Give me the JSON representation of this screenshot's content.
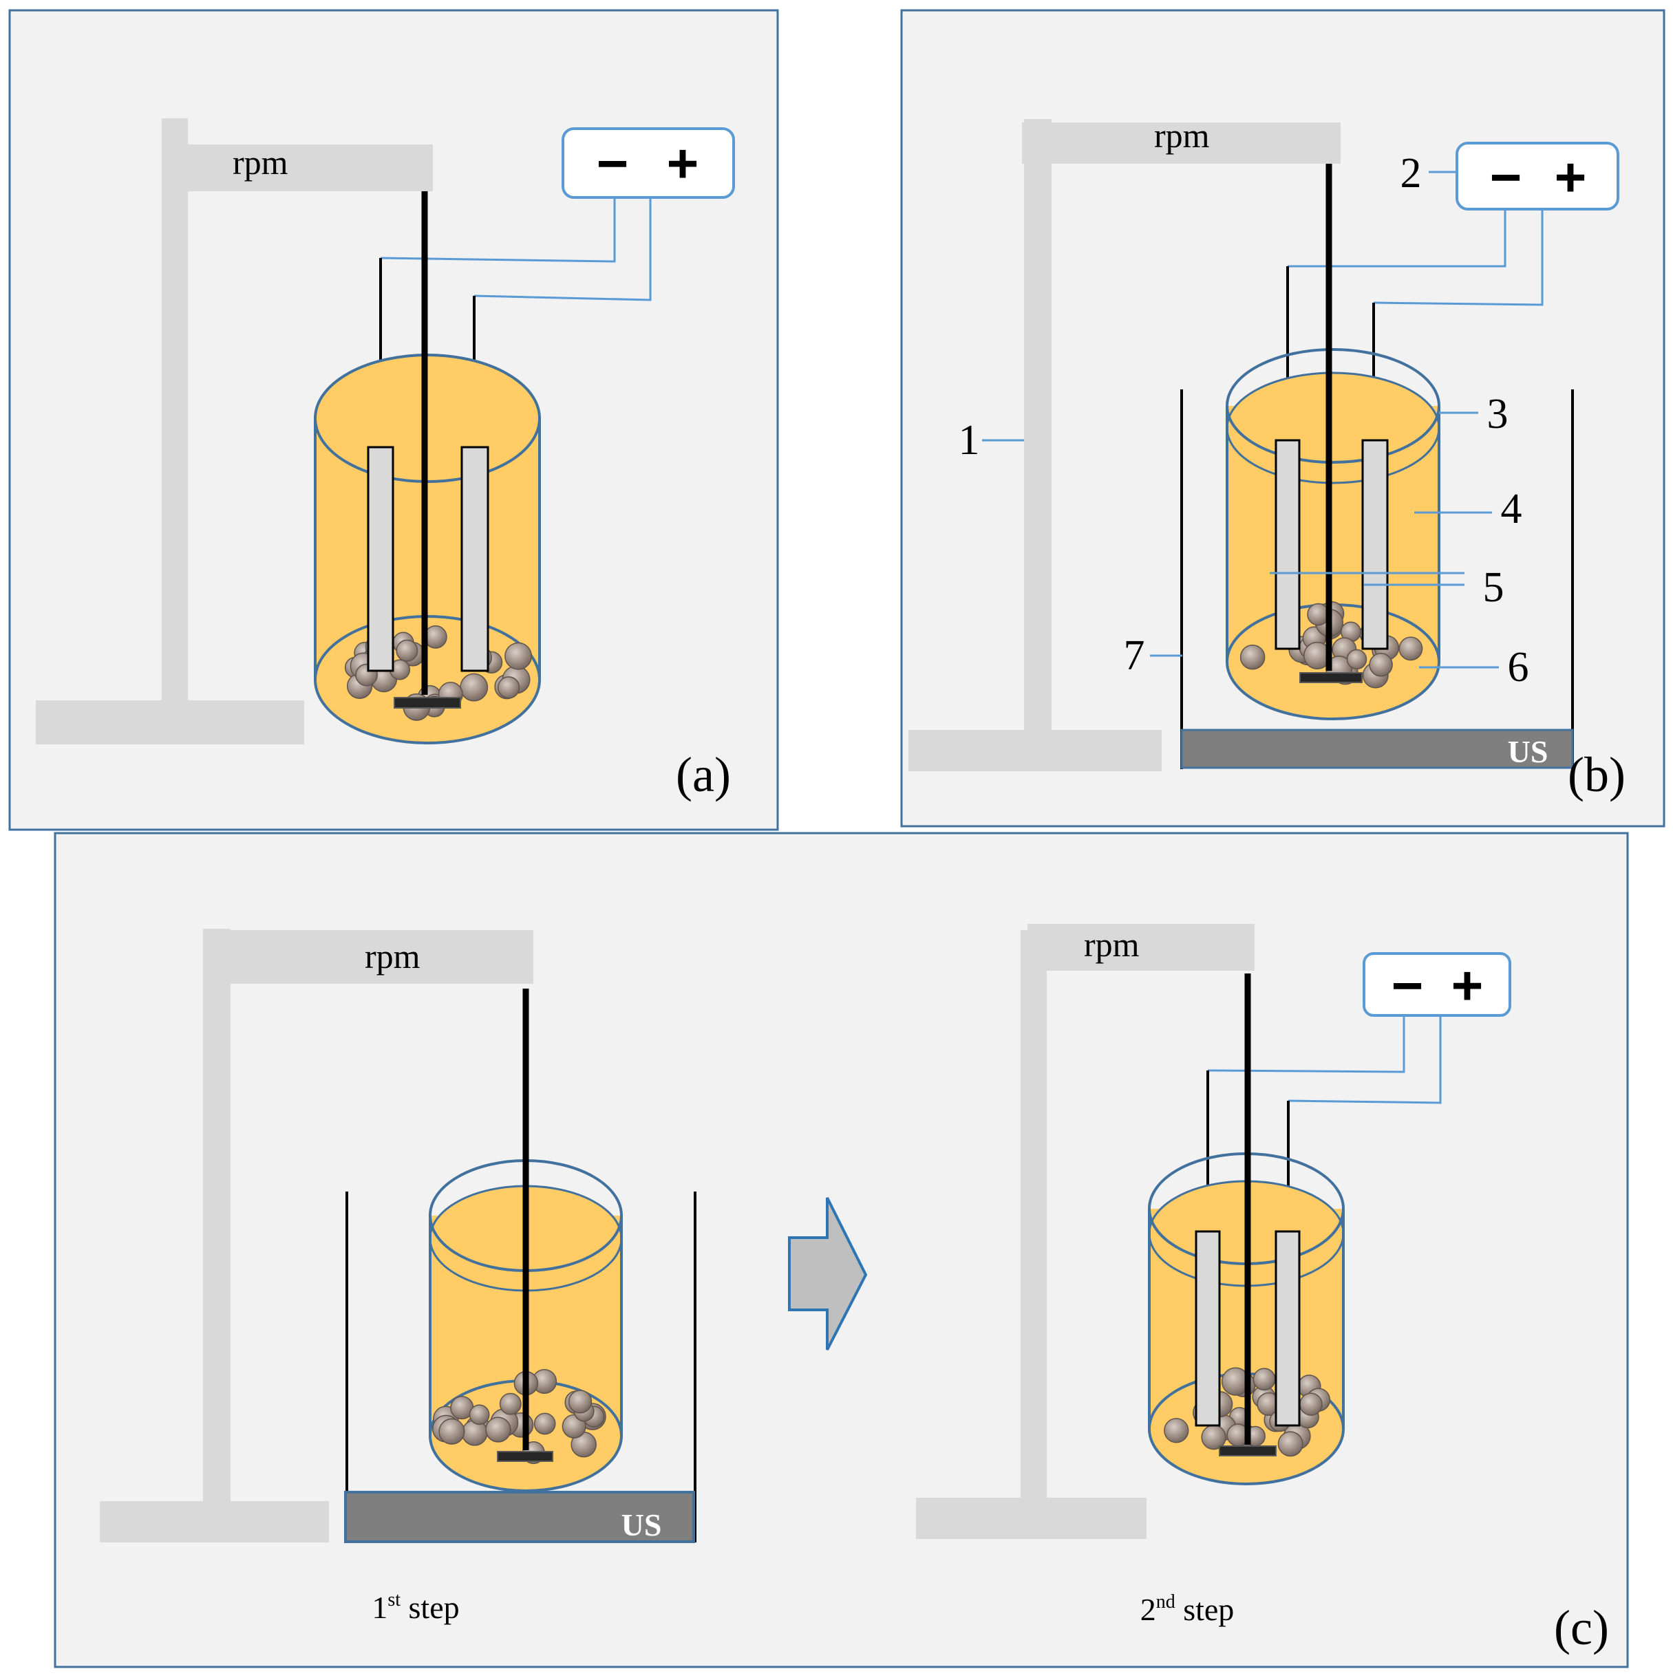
{
  "labels": {
    "rpm": "rpm",
    "minus": "−",
    "plus": "+",
    "us": "US",
    "step1_num": "1",
    "step1_sup": "st",
    "step1_word": " step",
    "step2_num": "2",
    "step2_sup": "nd",
    "step2_word": " step"
  },
  "panels": {
    "a": "(a)",
    "b": "(b)",
    "c": "(c)"
  },
  "callouts": {
    "n1": "1",
    "n2": "2",
    "n3": "3",
    "n4": "4",
    "n5": "5",
    "n6": "6",
    "n7": "7"
  },
  "colors": {
    "background": "#f2f2f2",
    "frame": "#41719c",
    "stand": "#d9d9d9",
    "liquid": "#ffcc66",
    "electrode": "#d9d9d9",
    "wire": "#5b9bd5",
    "us_bath": "#7f7f7f",
    "arrow_fill": "#bfbfbf",
    "particle": "#a6958a"
  }
}
